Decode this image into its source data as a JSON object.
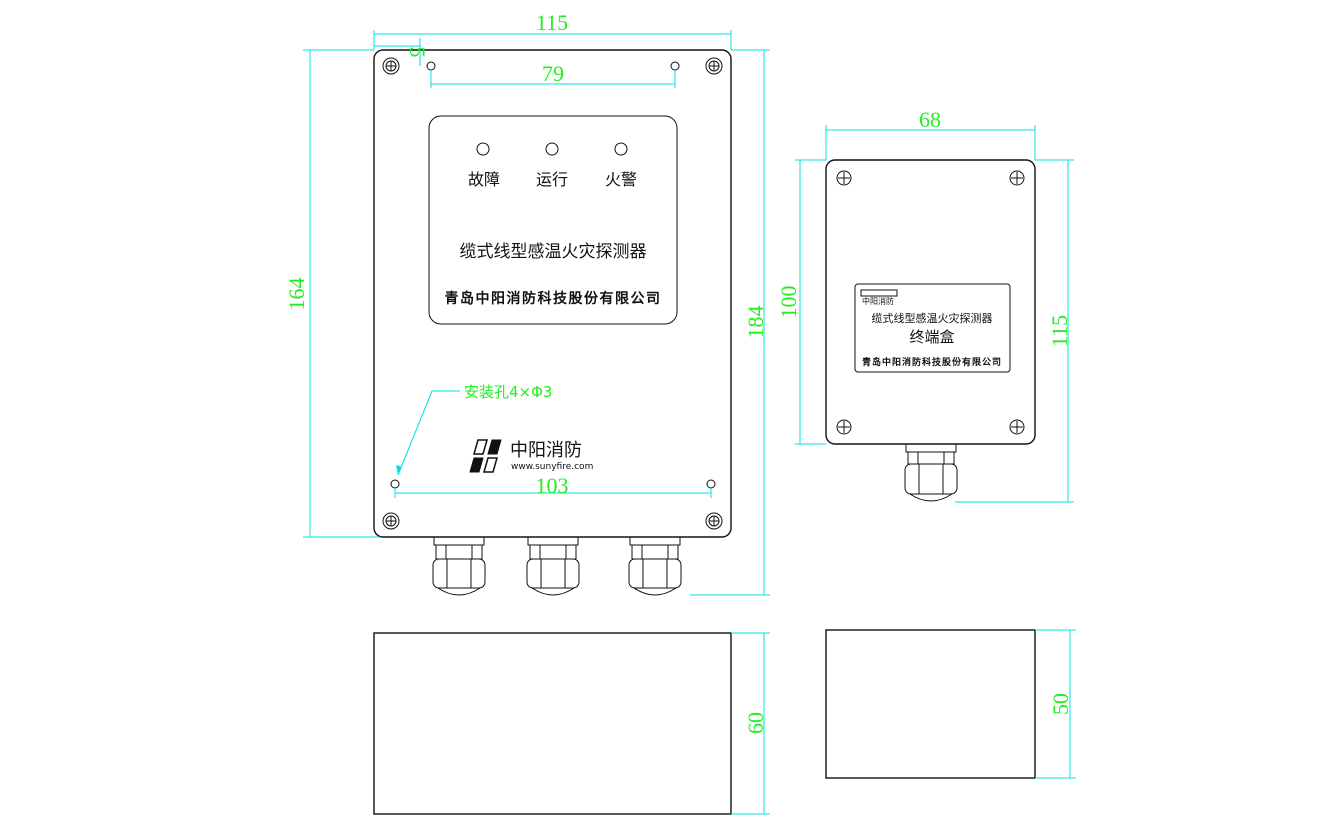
{
  "dimensions": {
    "main_width": "115",
    "hole_offset": "5",
    "top_hole_spacing": "79",
    "main_height": "164",
    "main_total_height": "184",
    "bottom_hole_spacing": "103",
    "main_depth": "60",
    "end_width": "68",
    "end_height": "100",
    "end_total_height": "115",
    "end_depth": "50"
  },
  "main_box": {
    "indicators": [
      "故障",
      "运行",
      "火警"
    ],
    "product_name": "缆式线型感温火灾探测器",
    "company": "青岛中阳消防科技股份有限公司",
    "mount_note": "安装孔4×Φ3",
    "brand_name": "中阳消防",
    "website": "www.sunyfire.com"
  },
  "end_box": {
    "brand_small": "中阳消防",
    "product_name": "缆式线型感温火灾探测器",
    "title": "终端盒",
    "company": "青岛中阳消防科技股份有限公司"
  },
  "colors": {
    "dimension_line": "#00e0e0",
    "dimension_text": "#22ee22",
    "outline": "#111111"
  }
}
